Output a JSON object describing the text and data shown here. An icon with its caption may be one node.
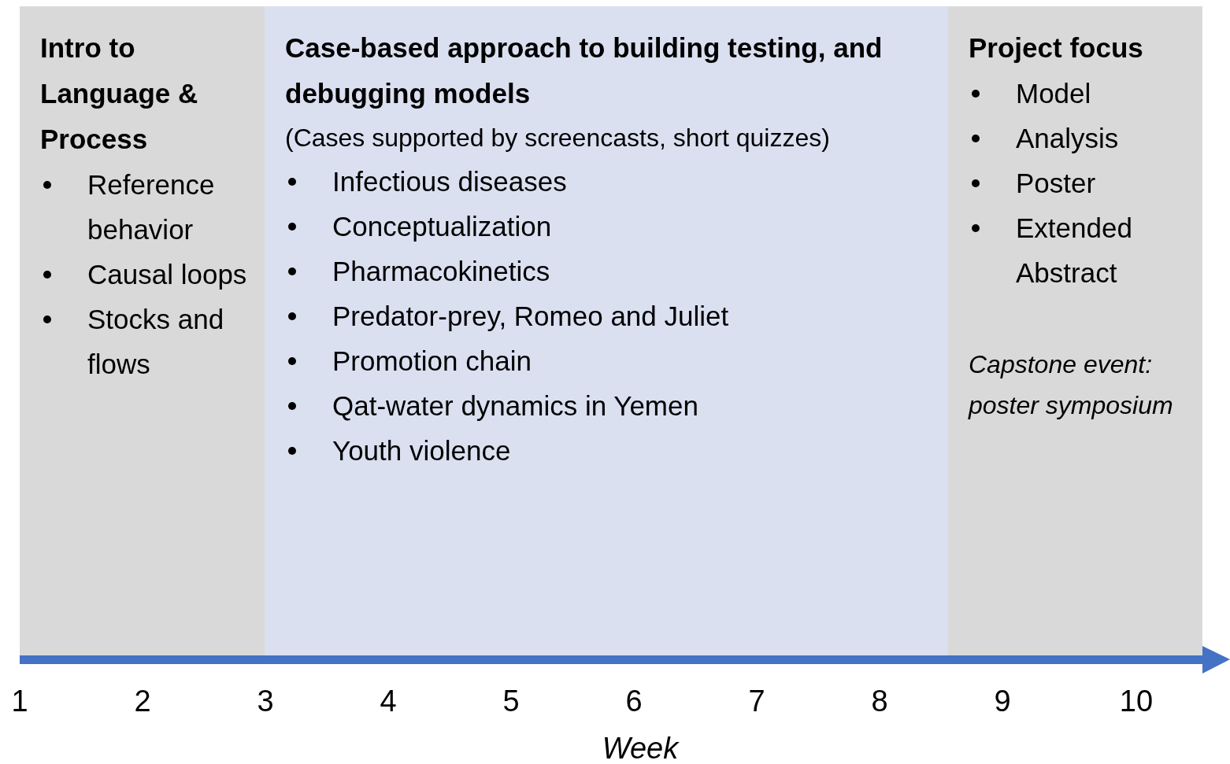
{
  "diagram": {
    "nodes": [
      {
        "text": [
          "Intro to Language & Process",
          "Reference behavior",
          "Causal loops",
          "Stocks and flows"
        ]
      },
      {
        "text": [
          "Case-based approach to building testing, and debugging models",
          "(Cases supported by screencasts, short quizzes)",
          "Infectious diseases",
          "Conceptualization",
          "Pharmacokinetics",
          "Predator-prey, Romeo and Juliet",
          "Promotion chain",
          "Qat-water dynamics in Yemen",
          "Youth violence"
        ]
      },
      {
        "text": [
          "Project focus",
          "Model",
          "Analysis",
          "Poster",
          "Extended Abstract",
          "Capstone event: poster symposium"
        ]
      }
    ],
    "edges": [],
    "labels": [
      "1",
      "2",
      "3",
      "4",
      "5",
      "6",
      "7",
      "8",
      "9",
      "10",
      "Week"
    ]
  }
}
